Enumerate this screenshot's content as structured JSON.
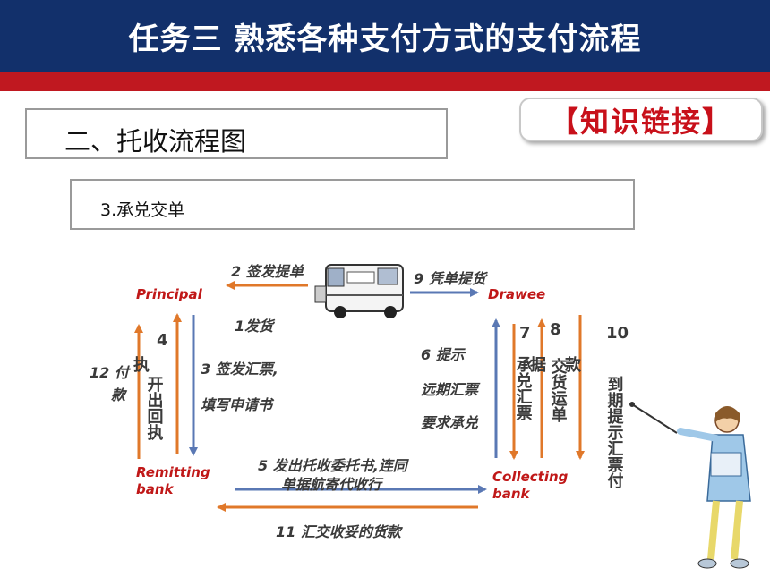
{
  "header": {
    "title": "任务三  熟悉各种支付方式的支付流程",
    "colors": {
      "navy": "#12306b",
      "red": "#c01820"
    }
  },
  "section": {
    "title": "二、托收流程图"
  },
  "subsection": {
    "title": "3.承兑交单"
  },
  "badge": {
    "label": "【知识链接】",
    "color": "#c8101a"
  },
  "diagram": {
    "nodes": {
      "principal": "Principal",
      "drawee": "Drawee",
      "remitting_line1": "Remitting",
      "remitting_line2": "bank",
      "collecting_line1": "Collecting",
      "collecting_line2": "bank"
    },
    "steps": {
      "s1": "1发货",
      "s2": "2 签发提单",
      "s3_line1": "3 签发汇票,",
      "s3_line2": "填写申请书",
      "s4_num": "4",
      "s4_text": "开出回执",
      "s5_line1": "5  发出托收委托书,连同",
      "s5_line2": "单据航寄代收行",
      "s6_line1": "6 提示",
      "s6_line2": "远期汇票",
      "s6_line3": "要求承兑",
      "s7_num": "7",
      "s7_text": "承兑汇票",
      "s7_extra": "据",
      "s8_num": "8",
      "s8_text": "交货运单",
      "s8_extra": "款",
      "s9": "9 凭单提货",
      "s10_num": "10",
      "s10_text": "到期提示汇票付",
      "s11": "11 汇交收妥的货款",
      "s12_line1": "12 付",
      "s12_line2": "款"
    },
    "colors": {
      "arrow_orange": "#e0782a",
      "arrow_blue": "#5a78b4"
    },
    "icons": [
      "ambulance-truck-icon",
      "teacher-figure-icon"
    ]
  }
}
